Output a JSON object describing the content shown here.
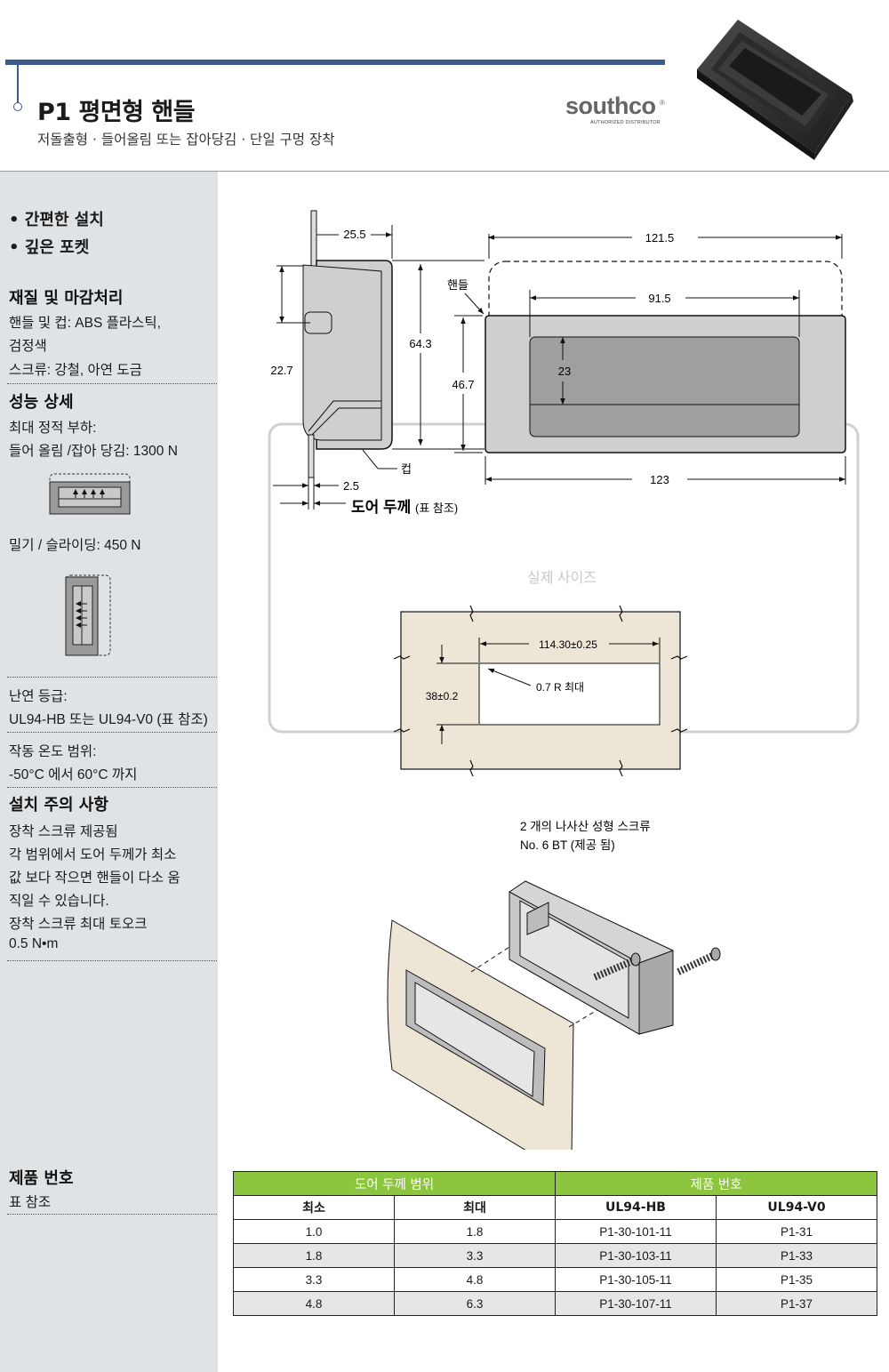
{
  "header": {
    "title": "P1 평면형 핸들",
    "subtitle": "저돌출형 · 들어올림 또는 잡아당김 · 단일 구멍 장착",
    "logo_word": "southco",
    "logo_tm": "®",
    "logo_sub": "AUTHORIZED DISTRIBUTOR"
  },
  "sidebar": {
    "bullets": [
      "간편한 설치",
      "깊은 포켓"
    ],
    "material_heading": "재질 및 마감처리",
    "material_lines": [
      "핸들 및 컵: ABS 플라스틱,",
      "검정색",
      "스크류: 강철, 아연 도금"
    ],
    "performance_heading": "성능 상세",
    "performance_lines": [
      "최대 정적 부하:",
      "들어 올림 /잡아 당김: 1300 N"
    ],
    "push_slide": "밀기 / 슬라이딩: 450 N",
    "flame_lines": [
      "난연 등급:",
      "UL94-HB 또는 UL94-V0 (표 참조)"
    ],
    "temp_lines": [
      "작동 온도 범위:",
      "-50°C 에서 60°C 까지"
    ],
    "install_heading": "설치 주의 사항",
    "install_lines": [
      "장착 스크류 제공됨",
      "각 범위에서 도어 두께가 최소",
      "값 보다 작으면 핸들이 다소 움",
      "직일 수 있습니다.",
      "장착 스크류 최대 토오크",
      "0.5 N•m"
    ],
    "part_heading": "제품 번호",
    "part_note": "표 참조"
  },
  "drawing": {
    "dim_25_5": "25.5",
    "dim_121_5": "121.5",
    "dim_91_5": "91.5",
    "dim_64_3": "64.3",
    "dim_46_7": "46.7",
    "dim_22_7": "22.7",
    "dim_23": "23",
    "dim_123": "123",
    "dim_2_5": "2.5",
    "label_handle": "핸들",
    "label_cup": "컵",
    "door_thickness": "도어 두께",
    "door_thickness_note": "(표 참조)",
    "actual_size": "실제 사이즈",
    "cutout_width": "114.30±0.25",
    "cutout_height": "38±0.2",
    "cutout_radius": "0.7 R 최대",
    "screw_line1": "2 개의 나사산 성형 스크류",
    "screw_line2": "No. 6 BT (제공 됨)"
  },
  "table": {
    "group_left": "도어 두께 범위",
    "group_right": "제품 번호",
    "col_min": "최소",
    "col_max": "최대",
    "col_hb": "UL94-HB",
    "col_v0": "UL94-V0",
    "rows": [
      {
        "min": "1.0",
        "max": "1.8",
        "hb": "P1-30-101-11",
        "v0": "P1-31"
      },
      {
        "min": "1.8",
        "max": "3.3",
        "hb": "P1-30-103-11",
        "v0": "P1-33"
      },
      {
        "min": "3.3",
        "max": "4.8",
        "hb": "P1-30-105-11",
        "v0": "P1-35"
      },
      {
        "min": "4.8",
        "max": "6.3",
        "hb": "P1-30-107-11",
        "v0": "P1-37"
      }
    ]
  },
  "colors": {
    "header_bar": "#3a5a8c",
    "sidebar_bg": "#dfe3e6",
    "table_header_green": "#8cc63f",
    "panel_beige": "#ede6d6"
  }
}
